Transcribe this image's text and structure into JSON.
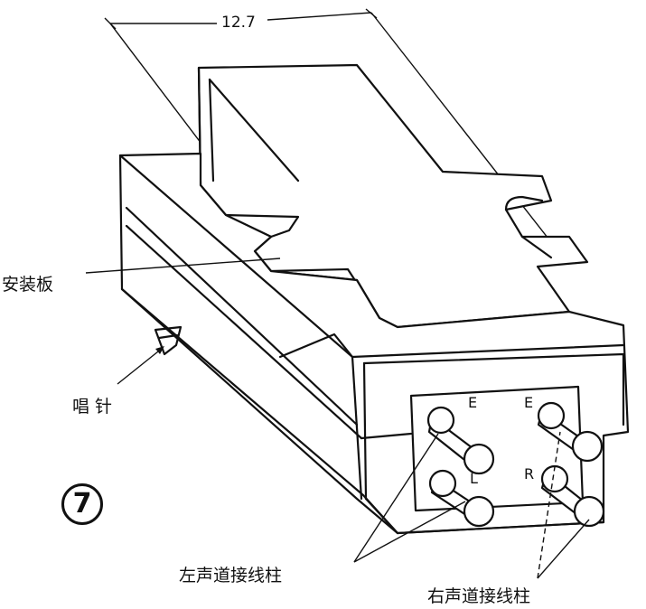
{
  "dimension": "12.7",
  "labels": {
    "mounting_plate": "安装板",
    "stylus": "唱 针",
    "left_terminals": "左声道接线柱",
    "right_terminals": "右声道接线柱"
  },
  "figure_number": "7",
  "pins": {
    "left_e": "E",
    "left_l": "L",
    "right_e": "E",
    "right_r": "R"
  }
}
